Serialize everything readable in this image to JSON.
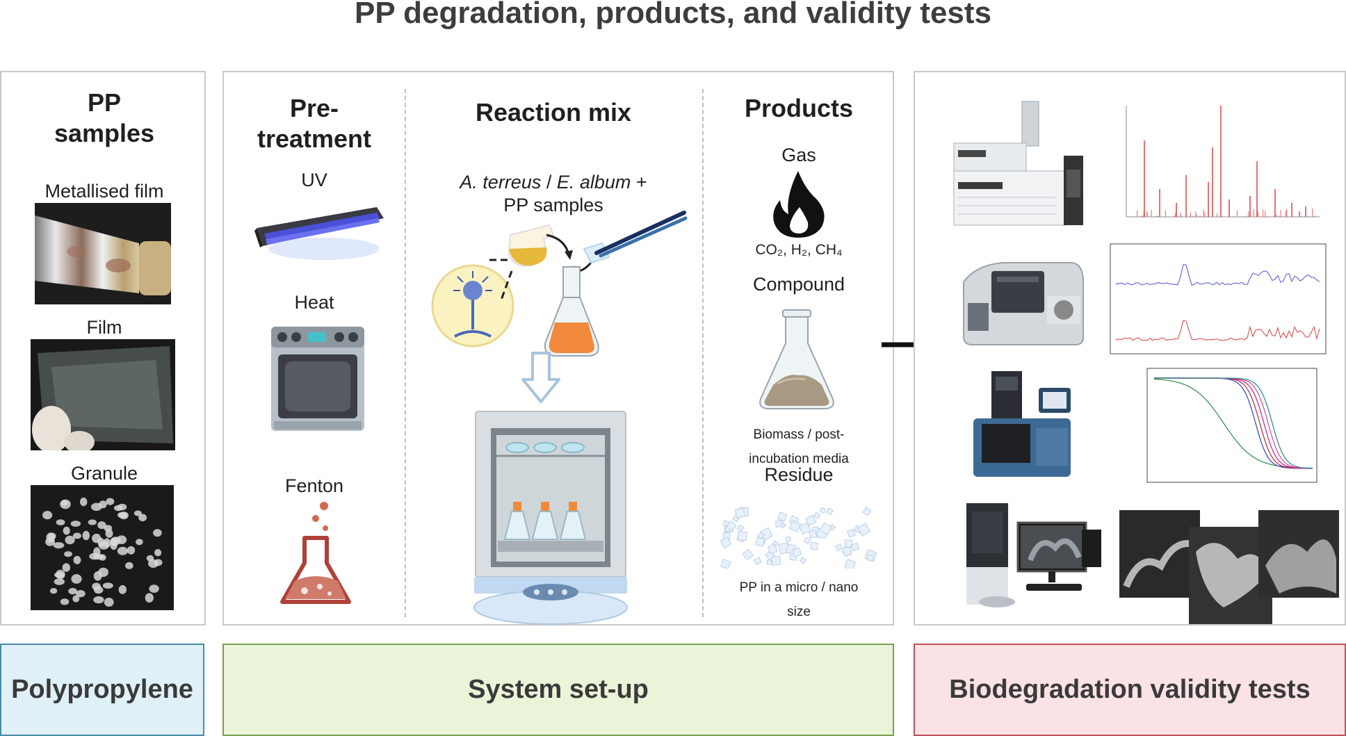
{
  "title": "PP degradation, products, and validity tests",
  "samples": {
    "header": "PP samples",
    "items": [
      {
        "label": "Metallised film"
      },
      {
        "label": "Film"
      },
      {
        "label": "Granule"
      }
    ]
  },
  "setup": {
    "pretreatment": {
      "header": "Pre-treatment",
      "items": [
        {
          "label": "UV"
        },
        {
          "label": "Heat"
        },
        {
          "label": "Fenton"
        }
      ]
    },
    "reaction": {
      "header": "Reaction mix",
      "organism1": "A. terreus",
      "sep": " / ",
      "organism2": "E. album",
      "plus": " +",
      "line2": "PP samples"
    },
    "products": {
      "header": "Products",
      "gas_label": "Gas",
      "gas_formula": "CO₂, H₂, CH₄",
      "compound_label": "Compound",
      "compound_desc_1": "Biomass / post-",
      "compound_desc_2": "incubation media",
      "residue_label": "Residue",
      "residue_desc_1": "PP in a micro / nano",
      "residue_desc_2": "size"
    }
  },
  "bands": {
    "polypropylene": "Polypropylene",
    "setup": "System set-up",
    "validity": "Biodegradation validity tests"
  },
  "colors": {
    "band_blue_bg": "#dff0f7",
    "band_blue_border": "#4a8aa8",
    "band_green_bg": "#eaf4d8",
    "band_green_border": "#7aa050",
    "band_pink_bg": "#fbe3e5",
    "band_pink_border": "#c0505a",
    "flame": "#111111",
    "flask_liquid": "#f08a3a",
    "fenton": "#b0403a"
  }
}
